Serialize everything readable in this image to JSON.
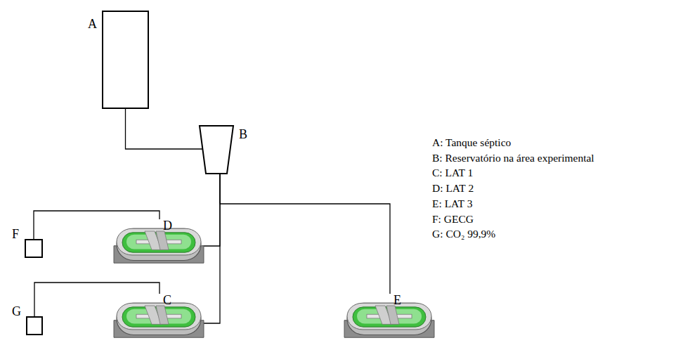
{
  "diagram": {
    "nodes": [
      {
        "text": [
          "A"
        ]
      },
      {
        "text": [
          "B"
        ]
      },
      {
        "text": [
          "F"
        ]
      },
      {
        "text": [
          "D"
        ]
      },
      {
        "text": [
          "G"
        ]
      },
      {
        "text": [
          "C"
        ]
      },
      {
        "text": [
          "E"
        ]
      }
    ],
    "edges": [
      {
        "from": 0,
        "to": 1,
        "arrow": "none"
      },
      {
        "from": 1,
        "to": 3,
        "arrow": "none"
      },
      {
        "from": 1,
        "to": 5,
        "arrow": "none"
      },
      {
        "from": 1,
        "to": 6,
        "arrow": "none"
      },
      {
        "from": 2,
        "to": 3,
        "arrow": "none"
      },
      {
        "from": 4,
        "to": 5,
        "arrow": "none"
      }
    ],
    "labels": [
      "A: Tanque séptico",
      "B: Reservatório na área experimental",
      "C: LAT 1",
      "D: LAT 2",
      "E: LAT 3",
      "F: GECG",
      "G: CO₂ 99,9%"
    ]
  }
}
